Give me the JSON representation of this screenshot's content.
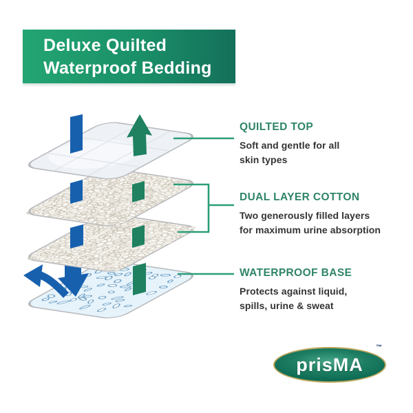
{
  "banner": {
    "line1": "Deluxe Quilted",
    "line2": "Waterproof Bedding"
  },
  "features": [
    {
      "title": "QUILTED TOP",
      "desc": "Soft and gentle for all\nskin types"
    },
    {
      "title": "DUAL LAYER COTTON",
      "desc": "Two generously filled layers\nfor maximum urine absorption"
    },
    {
      "title": "WATERPROOF BASE",
      "desc": "Protects against liquid,\nspills, urine & sweat"
    }
  ],
  "logo": {
    "text": "prisMA",
    "trademark": "™"
  },
  "diagram": {
    "layers": [
      "quilted-top",
      "cotton-upper",
      "cotton-lower",
      "waterproof-base"
    ],
    "arrows": [
      "green-up-arrow",
      "blue-pierce-ribbon",
      "green-down-ribbon",
      "blue-down-arrow",
      "blue-curved-leak-arrow"
    ]
  },
  "colors": {
    "banner_left": "#23a572",
    "banner_right": "#14705a",
    "accent_green": "#2e8566",
    "connector_green": "#2b9e78",
    "arrow_green": "#1f8160",
    "arrow_blue": "#1760ae",
    "text_dark": "#333333",
    "layer_rim": "#b6b8bc",
    "waterproof_fill": "#e6f3fb",
    "cotton_fill": "#f2efe9",
    "quilt_fill": "#eef1f5",
    "logo_green": "#0c6a52",
    "logo_border": "#bfa75e",
    "trademark_navy": "#1d3a66"
  }
}
